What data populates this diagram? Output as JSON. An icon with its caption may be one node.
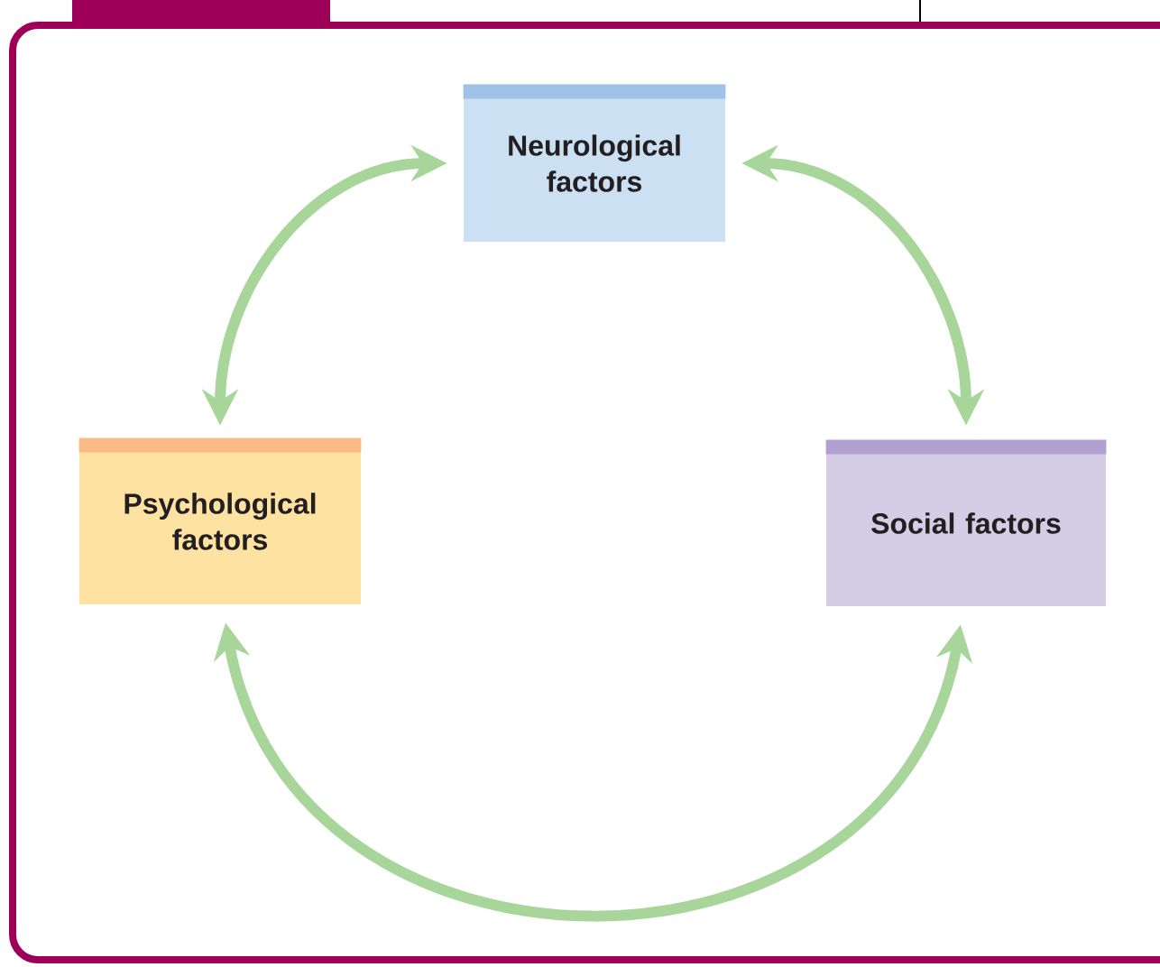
{
  "diagram": {
    "nodes": [
      {
        "text": [
          "Neurological factors"
        ]
      },
      {
        "text": [
          "Psychological factors"
        ]
      },
      {
        "text": [
          "Social factors"
        ]
      }
    ],
    "edges": [
      {
        "from": 1,
        "to": 0,
        "arrow": "both"
      },
      {
        "from": 0,
        "to": 2,
        "arrow": "both"
      },
      {
        "from": 1,
        "to": 2,
        "arrow": "both"
      }
    ]
  }
}
